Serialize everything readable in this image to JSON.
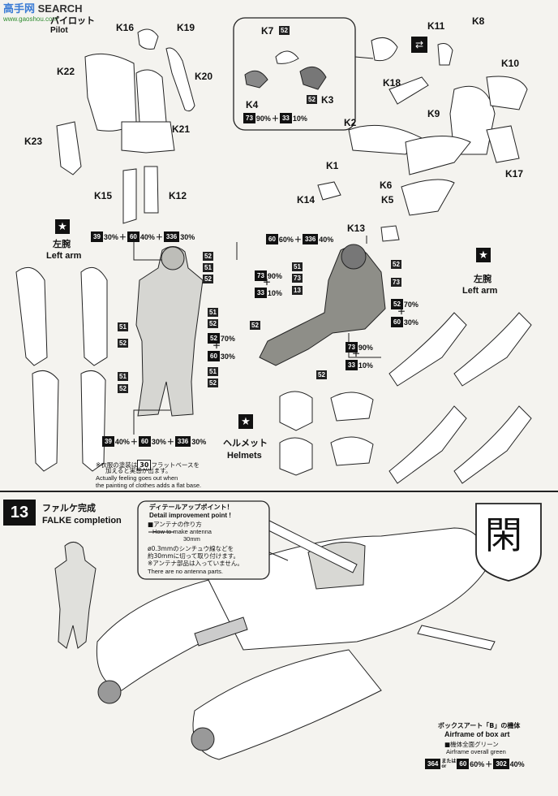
{
  "watermark": {
    "site_cn": "高手网",
    "site_en": "SEARCH",
    "url": "www.gaoshou.com"
  },
  "pilot": {
    "title_jp": "パイロット",
    "title_en": "Pilot"
  },
  "parts": {
    "k16": "K16",
    "k19": "K19",
    "k22": "K22",
    "k20": "K20",
    "k21": "K21",
    "k23": "K23",
    "k15": "K15",
    "k12": "K12",
    "k7": "K7",
    "k4": "K4",
    "k3": "K3",
    "k11": "K11",
    "k8": "K8",
    "k10": "K10",
    "k18": "K18",
    "k9": "K9",
    "k2": "K2",
    "k1": "K1",
    "k6": "K6",
    "k14": "K14",
    "k5": "K5",
    "k17": "K17",
    "k13": "K13"
  },
  "mixes": {
    "callout": {
      "a": "73",
      "ap": "90%",
      "b": "33",
      "bp": "10%",
      "c": "52",
      "d": "52"
    },
    "arm_top": {
      "a": "39",
      "ap": "30%",
      "b": "60",
      "bp": "40%",
      "c": "336",
      "cp": "30%"
    },
    "standing_bottom": {
      "a": "39",
      "ap": "40%",
      "b": "60",
      "bp": "30%",
      "c": "336",
      "cp": "30%"
    },
    "seated_top": {
      "a": "60",
      "ap": "60%",
      "b": "336",
      "bp": "40%"
    },
    "seated_left": {
      "a": "73",
      "ap": "90%",
      "b": "33",
      "bp": "10%"
    },
    "seated_right": {
      "a": "52",
      "ap": "70%",
      "b": "60",
      "bp": "30%"
    },
    "seated_boots": {
      "a": "73",
      "ap": "90%",
      "b": "33",
      "bp": "10%"
    },
    "standing_mid": {
      "a": "52",
      "ap": "70%",
      "b": "60",
      "bp": "30%"
    }
  },
  "codes": {
    "c52": "52",
    "c51": "51",
    "c73": "73",
    "c13": "13"
  },
  "arm_left": {
    "jp": "左腕",
    "en": "Left arm"
  },
  "arm_right": {
    "jp": "左腕",
    "en": "Left arm"
  },
  "helmets": {
    "jp": "ヘルメット",
    "en": "Helmets"
  },
  "note": {
    "jp1": "※衣服の塗装は",
    "code": "30",
    "jp2": "フラットベースを",
    "jp3": "加えると実感が出ます。",
    "en1": "Actually feeling goes out when",
    "en2": "the painting of clothes adds a flat base."
  },
  "step13": {
    "number": "13",
    "jp": "ファルケ完成",
    "en": "FALKE completion"
  },
  "detail": {
    "title_jp": "ディテールアップポイント！",
    "title_en": "Detail improvement point !",
    "antenna_jp": "■アンテナの作り方",
    "antenna_en": "How to make antenna",
    "dim": "30mm",
    "line1": "ø0.3mmのシンチュウ線などを",
    "line2": "約30mmに切って取り付けます。",
    "line3": "※アンテナ部品は入っていません。",
    "line4": "There are no antenna parts."
  },
  "emblem": {
    "glyph": "閑"
  },
  "boxart": {
    "title_jp": "ボックスアート「B」の機体",
    "title_en": "Airframe of box art",
    "sub_jp": "■機体全面グリーン",
    "sub_en": "Airframe overall green",
    "a": "364",
    "or_jp": "または",
    "or_en": "or",
    "b": "60",
    "bp": "60%",
    "c": "302",
    "cp": "40%"
  }
}
